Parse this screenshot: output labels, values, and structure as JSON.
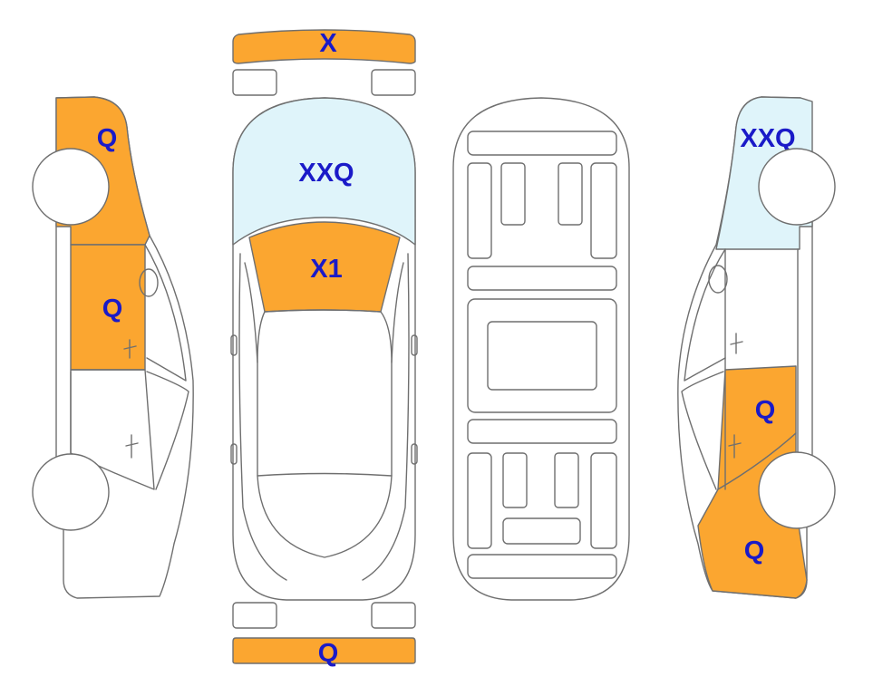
{
  "colors": {
    "damage_orange": "#FBA630",
    "glass_blue": "#DFF4FA",
    "label_blue": "#1A1AC8",
    "outline": "#6f6f6f"
  },
  "panels": {
    "front_bumper": {
      "label": "X",
      "color": "damage_orange"
    },
    "windshield": {
      "label": "XXQ",
      "color": "glass_blue"
    },
    "hood": {
      "label": "X1",
      "color": "damage_orange"
    },
    "rear_bumper": {
      "label": "Q",
      "color": "damage_orange"
    },
    "left_front_fender": {
      "label": "Q",
      "color": "damage_orange"
    },
    "left_front_door": {
      "label": "Q",
      "color": "damage_orange"
    },
    "right_front_window": {
      "label": "XXQ",
      "color": "glass_blue"
    },
    "right_rear_door": {
      "label": "Q",
      "color": "damage_orange"
    },
    "right_rear_quarter": {
      "label": "Q",
      "color": "damage_orange"
    }
  }
}
